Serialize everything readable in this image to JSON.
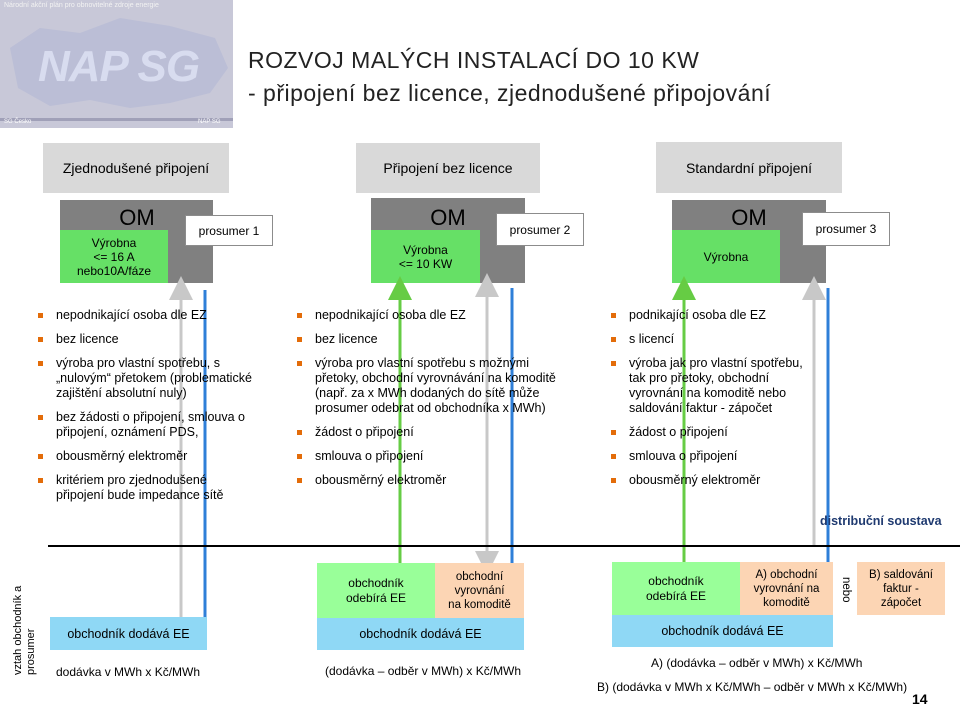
{
  "logo": {
    "top_text": "Národní akční plán pro obnovitelné zdroje energie",
    "text": "NAP SG",
    "bottom_left": "SG Česko",
    "bottom_right": "NAP SG"
  },
  "title": {
    "line1": "ROZVOJ MALÝCH INSTALACÍ DO 10 KW",
    "line2": "- připojení bez licence, zjednodušené připojování"
  },
  "columns": [
    {
      "header": "Zjednodušené připojení",
      "om": "OM",
      "plant": [
        "Výrobna",
        "<= 16 A",
        "nebo10A/fáze"
      ],
      "prosumer": "prosumer 1",
      "bullets": [
        "nepodnikající osoba dle EZ",
        "bez licence",
        "výroba pro vlastní spotřebu, s „nulovým“ přetokem (problematické zajištění absolutní nuly)",
        "bez žádosti o připojení, smlouva o připojení, oznámení PDS,",
        "obousměrný elektroměr",
        "kritériem pro zjednodušené připojení bude impedance sítě"
      ]
    },
    {
      "header": "Připojení bez licence",
      "om": "OM",
      "plant": [
        "Výrobna",
        "<= 10 KW"
      ],
      "prosumer": "prosumer 2",
      "bullets": [
        "nepodnikající osoba dle EZ",
        "bez licence",
        "výroba pro vlastní spotřebu s možnými přetoky, obchodní vyrovnávání na komoditě (např. za x MWh dodaných do sítě může prosumer odebrat od obchodníka x MWh)",
        "žádost o připojení",
        "smlouva o připojení",
        "obousměrný elektroměr"
      ]
    },
    {
      "header": "Standardní připojení",
      "om": "OM",
      "plant": [
        "Výrobna"
      ],
      "prosumer": "prosumer 3",
      "bullets": [
        "podnikající osoba dle EZ",
        "s licencí",
        "výroba jak pro vlastní spotřebu, tak pro přetoky, obchodní vyrovnání na komoditě nebo saldování faktur - zápočet",
        "žádost o připojení",
        "smlouva o připojení",
        "obousměrný elektroměr"
      ]
    }
  ],
  "grid_label": "distribuční soustava",
  "vertical_label": [
    "vztah obchodník a",
    "prosumer"
  ],
  "bottom": {
    "c1_supply": "obchodník dodává EE",
    "c1_price": "dodávka v MWh x Kč/MWh",
    "c2_buy": [
      "obchodník",
      "odebírá EE"
    ],
    "c2_settle": [
      "obchodní",
      "vyrovnání",
      "na komoditě"
    ],
    "c2_supply": "obchodník dodává EE",
    "c2_price": "(dodávka – odběr v MWh) x Kč/MWh",
    "c3_buy": [
      "obchodník",
      "odebírá EE"
    ],
    "c3_settle": [
      "A) obchodní",
      "vyrovnání na",
      "komoditě"
    ],
    "c3_or": "nebo",
    "c3_saldo": [
      "B) saldování",
      "faktur -",
      "zápočet"
    ],
    "c3_supply": "obchodník dodává EE",
    "c3_price_a": "A) (dodávka – odběr v MWh) x Kč/MWh",
    "c3_price_b": "B) (dodávka v  MWh x Kč/MWh – odběr v MWh x Kč/MWh)"
  },
  "page_number": "14"
}
